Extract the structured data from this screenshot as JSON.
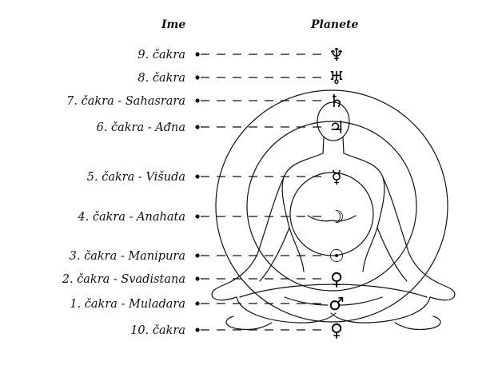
{
  "headers": {
    "name": "Ime",
    "planets": "Planete"
  },
  "chakras": [
    {
      "label": "9. čakra",
      "symbol": "♆",
      "icon": "neptune-icon"
    },
    {
      "label": "8. čakra",
      "symbol": "♅",
      "icon": "uranus-icon"
    },
    {
      "label": "7. čakra - Sahasrara",
      "symbol": "♄",
      "icon": "saturn-icon"
    },
    {
      "label": "6. čakra - Ađna",
      "symbol": "♃",
      "icon": "jupiter-icon"
    },
    {
      "label": "5. čakra - Višuda",
      "symbol": "☿",
      "icon": "mercury-icon"
    },
    {
      "label": "4. čakra - Anahata",
      "symbol": "☽",
      "icon": "moon-icon"
    },
    {
      "label": "3. čakra - Manipura",
      "symbol": "☉",
      "icon": "sun-icon"
    },
    {
      "label": "2. čakra - Svadistana",
      "symbol": "♀",
      "icon": "venus-icon"
    },
    {
      "label": "1. čakra - Muladara",
      "symbol": "♂",
      "icon": "mars-icon"
    },
    {
      "label": "10. čakra",
      "symbol": "♀",
      "icon": "pluto-icon"
    }
  ]
}
